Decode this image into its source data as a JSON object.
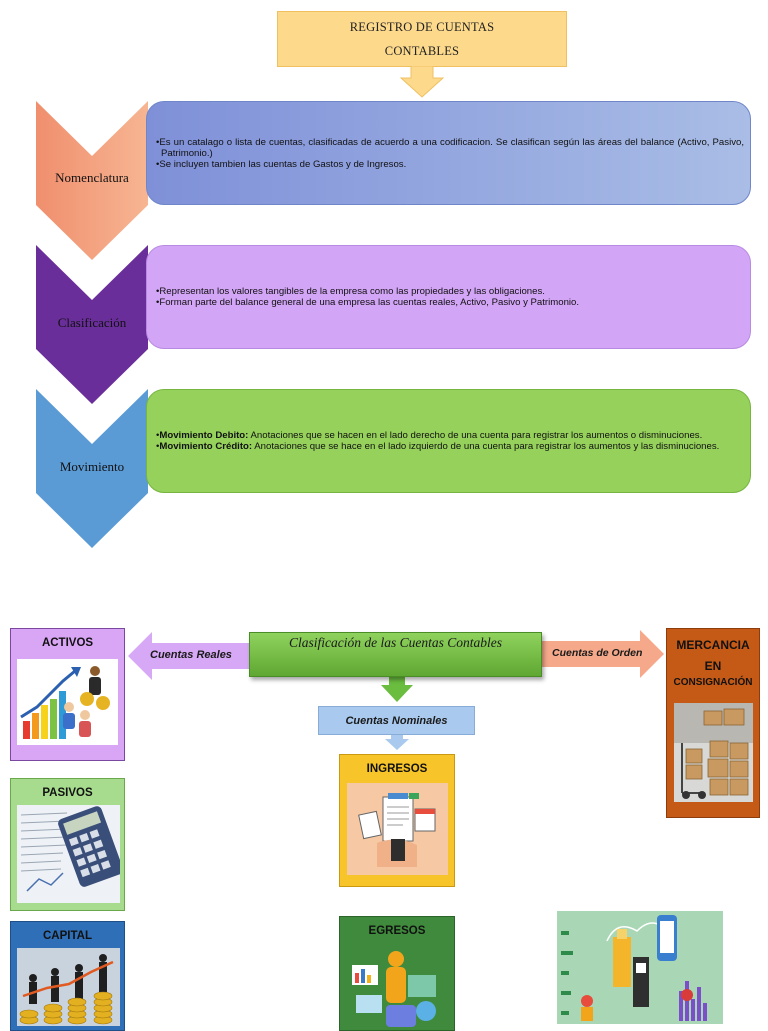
{
  "title": "REGISTRO DE CUENTAS CONTABLES",
  "rows": [
    {
      "label": "Nomenclatura",
      "items": [
        "Es un catalago o lista de cuentas, clasificadas de acuerdo a una codificacion. Se clasifican según las áreas del balance (Activo, Pasivo, Patrimonio.)",
        "Se incluyen tambien las cuentas de Gastos y de Ingresos."
      ]
    },
    {
      "label": "Clasificación",
      "items": [
        "Representan los valores tangibles de la empresa como las propiedades y las obligaciones.",
        "Forman parte del balance general de una empresa las cuentas reales, Activo, Pasivo y Patrimonio."
      ]
    },
    {
      "label": "Movimiento",
      "items": [
        {
          "bold": "Movimiento Debito:",
          "text": " Anotaciones que se hacen en el lado derecho de una cuenta para registrar los aumentos o disminuciones."
        },
        {
          "bold": "Movimiento Crédito:",
          "text": " Anotaciones que se hace en el lado izquierdo de una cuenta para registrar los aumentos y las disminuciones."
        }
      ]
    }
  ],
  "diagram": {
    "center": "Clasificación de las Cuentas Contables",
    "left_arrow": "Cuentas Reales",
    "right_arrow": "Cuentas de Orden",
    "down_box": "Cuentas Nominales",
    "activos": "ACTIVOS",
    "pasivos": "PASIVOS",
    "capital": "CAPITAL",
    "ingresos": "INGRESOS",
    "egresos": "EGRESOS",
    "mercancia_line1": "MERCANCIA",
    "mercancia_line2": "EN",
    "mercancia_line3": "CONSIGNACIÓN"
  },
  "colors": {
    "title_bg": "#fdd98c",
    "nomenclatura_chevron": "#f4a27d",
    "clasificacion_chevron": "#6a2e9a",
    "movimiento_chevron": "#5b9bd5",
    "row1_bg": "#8fa3dd",
    "row2_bg": "#d3a5f7",
    "row3_bg": "#95d15b"
  }
}
